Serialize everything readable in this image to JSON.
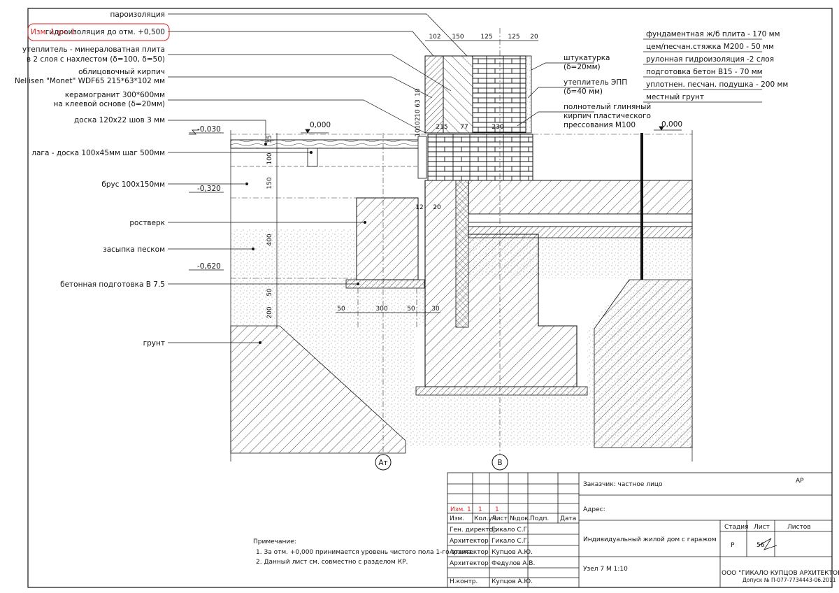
{
  "left_labels": [
    "пароизоляция",
    "гидроизоляция до отм. +0,500",
    "утеплитель - минераловатная плита",
    "в 2 слоя с нахлестом (δ=100, δ=50)",
    "облицовочный кирпич",
    "Nellisen \"Monet\" WDF65 215*63*102 мм",
    "керамогранит 300*600мм",
    "на клеевой основе (δ=20мм)",
    "доска 120х22 шов 3 мм",
    "лага - доска 100х45мм шаг 500мм",
    "брус 100х150мм",
    "ростверк",
    "засыпка песком",
    "бетонная подготовка В 7.5",
    "грунт"
  ],
  "revision_mark": "Изм. 1 уч. 1",
  "right_labels": [
    "штукатурка",
    "(δ=20мм)",
    "утеплитель ЭПП",
    "(δ=40 мм)",
    "полнотелый глиняный",
    "кирпич пластического",
    "прессования М100"
  ],
  "layers": [
    "фундаментная ж/б плита - 170 мм",
    "цем/песчан.стяжка М200 - 50 мм",
    "рулонная гидроизоляция -2 слоя",
    "подготовка бетон В15 - 70 мм",
    "уплотнен. песчан. подушка - 200 мм",
    "местный грунт"
  ],
  "levels": [
    "-0,030",
    "0,000",
    "-0,320",
    "-0,620",
    "0,000"
  ],
  "dims_top": [
    "102",
    "150",
    "125",
    "125",
    "20"
  ],
  "dims_vert": [
    "35",
    "100",
    "150",
    "400",
    "50",
    "200"
  ],
  "dims_wall": [
    "10",
    "63",
    "10",
    "102",
    "10"
  ],
  "dims_wall2": [
    "215",
    "77",
    "230"
  ],
  "dims_mid": [
    "12",
    "20"
  ],
  "dims_bottom": [
    "50",
    "300",
    "50",
    "30"
  ],
  "axes": [
    "Ат",
    "В"
  ],
  "notes": {
    "title": "Примечание:",
    "items": [
      "1.  За отм. +0,000 принимается уровень чистого пола 1-го этажа.",
      "2.  Данный лист см. совместно с разделом КР."
    ]
  },
  "stamp": {
    "rev": [
      "Изм. 1",
      "1",
      "1"
    ],
    "headers": [
      "Изм.",
      "Кол.уч.",
      "Лист",
      "№док.",
      "Подп.",
      "Дата"
    ],
    "people": [
      [
        "Ген. директор",
        "Гикало С.Г."
      ],
      [
        "Архитектор",
        "Гикало С.Г."
      ],
      [
        "Архитектор",
        "Купцов А.Ю."
      ],
      [
        "Архитектор",
        "Федулов А.В."
      ],
      [
        "Н.контр.",
        "Купцов А.Ю."
      ]
    ],
    "customer": "Заказчик: частное лицо",
    "code": "АР",
    "address": "Адрес:",
    "project": "Индивидуальный жилой дом с гаражом",
    "stage_h": "Стадия",
    "sheet_h": "Лист",
    "sheets_h": "Листов",
    "stage": "Р",
    "sheet": "56",
    "node": "Узел 7    М 1:10",
    "company": "ООО \"ГИКАЛО КУПЦОВ АРХИТЕКТОРЫ\"",
    "license": "Допуск № П-077-7734443-06.2011"
  }
}
